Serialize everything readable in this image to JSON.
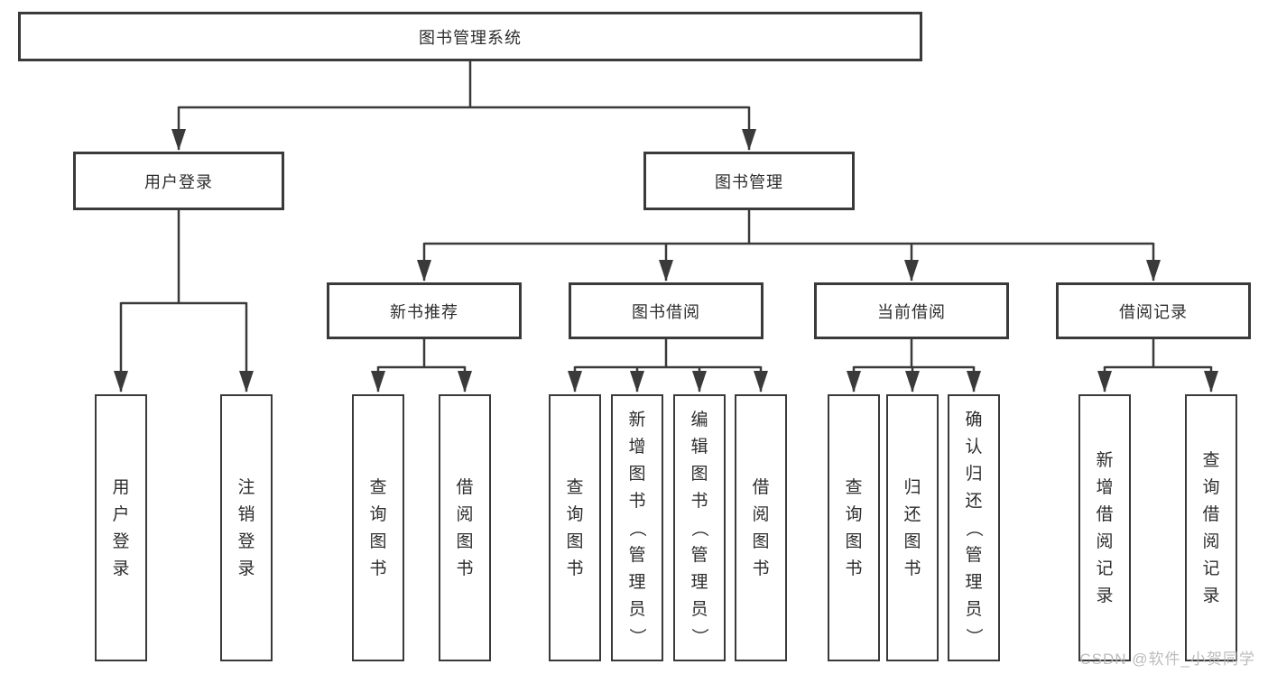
{
  "tree": {
    "label": "图书管理系统",
    "children": [
      {
        "label": "用户登录",
        "children": [
          {
            "label": "用户登录"
          },
          {
            "label": "注销登录"
          }
        ]
      },
      {
        "label": "图书管理",
        "children": [
          {
            "label": "新书推荐",
            "children": [
              {
                "label": "查询图书"
              },
              {
                "label": "借阅图书"
              }
            ]
          },
          {
            "label": "图书借阅",
            "children": [
              {
                "label": "查询图书"
              },
              {
                "label": "新增图书（管理员）"
              },
              {
                "label": "编辑图书（管理员）"
              },
              {
                "label": "借阅图书"
              }
            ]
          },
          {
            "label": "当前借阅",
            "children": [
              {
                "label": "查询图书"
              },
              {
                "label": "归还图书"
              },
              {
                "label": "确认归还（管理员）"
              }
            ]
          },
          {
            "label": "借阅记录",
            "children": [
              {
                "label": "新增借阅记录"
              },
              {
                "label": "查询借阅记录"
              }
            ]
          }
        ]
      }
    ]
  },
  "watermark": {
    "text": "CSDN @软件_小贺同学"
  },
  "colors": {
    "line": "#3a3a3a",
    "text": "#2d2d2d",
    "watermark": "#b5b5b5"
  }
}
